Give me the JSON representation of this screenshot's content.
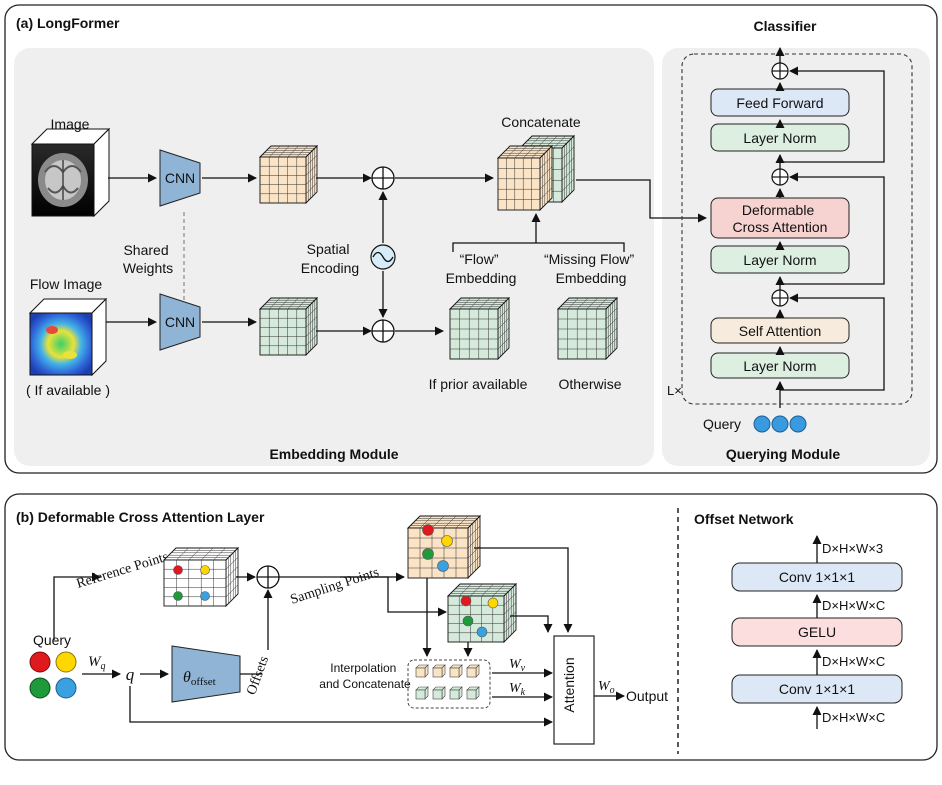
{
  "panel_a": {
    "title": "(a) LongFormer",
    "image_label": "Image",
    "flow_image_label": "Flow Image",
    "if_available": "( If available )",
    "cnn_label": "CNN",
    "shared_weights": [
      "Shared",
      "Weights"
    ],
    "spatial_encoding": [
      "Spatial",
      "Encoding"
    ],
    "concatenate": "Concatenate",
    "flow_embedding": [
      "“Flow”",
      "Embedding"
    ],
    "missing_flow_embedding": [
      "“Missing Flow”",
      "Embedding"
    ],
    "if_prior_available": "If prior available",
    "otherwise": "Otherwise",
    "embedding_module": "Embedding Module"
  },
  "querying": {
    "classifier": "Classifier",
    "feed_forward": "Feed Forward",
    "layer_norm": "Layer Norm",
    "deformable_cross_attention": [
      "Deformable",
      "Cross Attention"
    ],
    "self_attention": "Self Attention",
    "repeat": "L×",
    "query": "Query",
    "querying_module": "Querying Module"
  },
  "panel_b": {
    "title": "(b) Deformable Cross Attention Layer",
    "reference_points": "Reference Points",
    "sampling_points": "Sampling Points",
    "query": "Query",
    "wq": "W",
    "wq_sub": "q",
    "q": "q",
    "theta": "θ",
    "theta_sub": "offset",
    "offsets": "Offsets",
    "interpolation": [
      "Interpolation",
      "and Concatenate"
    ],
    "wv": "W",
    "wv_sub": "v",
    "wk": "W",
    "wk_sub": "k",
    "attention": "Attention",
    "wo": "W",
    "wo_sub": "o",
    "output": "Output"
  },
  "offset_network": {
    "title": "Offset Network",
    "conv_top": "Conv 1×1×1",
    "gelu": "GELU",
    "conv_bottom": "Conv 1×1×1",
    "dim_out": "D×H×W×3",
    "dim_c1": "D×H×W×C",
    "dim_c2": "D×H×W×C",
    "dim_in": "D×H×W×C"
  },
  "colors": {
    "orange_cube": "#fbe3c6",
    "green_cube": "#d5eadb",
    "cnn_blue": "#8fb4d6",
    "feed_forward": "#dde8f7",
    "layer_norm": "#dcefe1",
    "cross_attention": "#f6d2d0",
    "self_attention": "#f6ebdc",
    "query_dot": "#3a9ae0",
    "dot_red": "#e0191f",
    "dot_yellow": "#ffd700",
    "dot_green": "#1f9a3a",
    "dot_blue": "#3aa0e0"
  }
}
